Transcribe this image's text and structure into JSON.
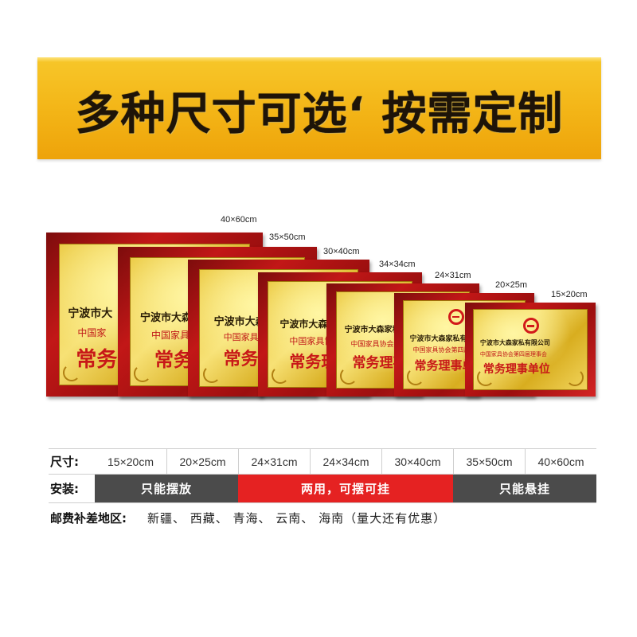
{
  "banner": {
    "title": "多种尺寸可选‘ 按需定制",
    "background_color": "#f3b416"
  },
  "plaques": [
    {
      "size": "40×60cm",
      "line1": "宁波市大",
      "line2": "中国家",
      "line3": "常务"
    },
    {
      "size": "35×50cm",
      "line1": "宁波市大森家",
      "line2": "中国家具",
      "line3": "常务"
    },
    {
      "size": "30×40cm",
      "line1": "宁波市大森家",
      "line2": "中国家具",
      "line3": "常务理"
    },
    {
      "size": "34×34cm",
      "line1": "宁波市大森家",
      "line2": "中国家具协",
      "line3": "常务理"
    },
    {
      "size": "24×31cm",
      "line1": "宁波市大森家私有",
      "line2": "中国家具协会第",
      "line3": "常务理事"
    },
    {
      "size": "20×25m",
      "line1": "宁波市大森家私有限",
      "line2": "中国家具协会第四届",
      "line3": "常务理事单"
    },
    {
      "size": "15×20cm",
      "line1": "宁波市大森家私有限公司",
      "line2": "中国家具协会第四届理事会",
      "line3": "常务理事单位"
    }
  ],
  "table": {
    "size_label": "尺寸:",
    "sizes": [
      "15×20cm",
      "20×25cm",
      "24×31cm",
      "24×34cm",
      "30×40cm",
      "35×50cm",
      "40×60cm"
    ],
    "install_label": "安装:",
    "install_options": [
      {
        "text": "只能摆放",
        "color": "#4b4b4b"
      },
      {
        "text": "两用，可摆可挂",
        "color": "#e52222"
      },
      {
        "text": "只能悬挂",
        "color": "#4b4b4b"
      }
    ],
    "postage_label": "邮费补差地区:",
    "postage_regions": "新疆、 西藏、 青海、 云南、 海南（量大还有优惠）"
  }
}
